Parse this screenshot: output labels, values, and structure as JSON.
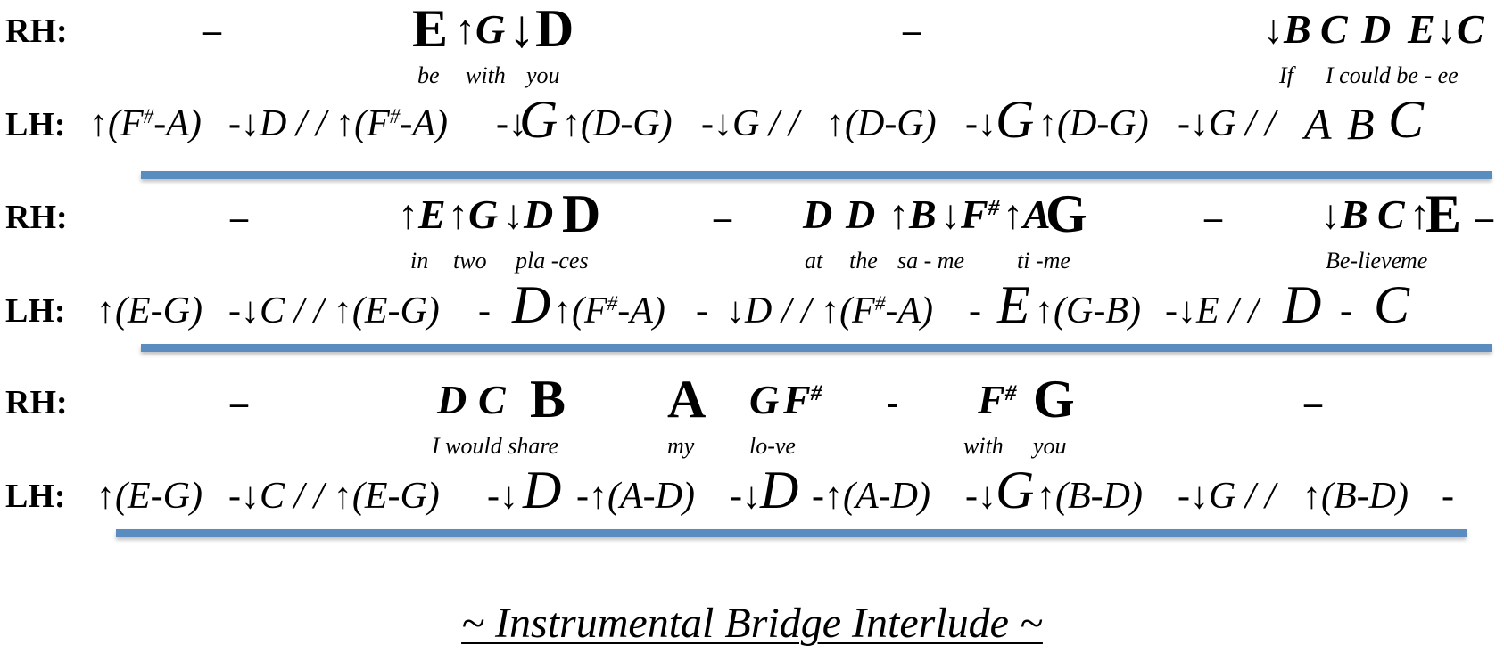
{
  "labels": {
    "rh": "RH:",
    "lh": "LH:"
  },
  "system1": {
    "rh": [
      "–",
      "E",
      "↑G",
      "↓D",
      "–",
      "↓B",
      "C",
      "D",
      "E",
      "↓C"
    ],
    "lyrics": [
      "be",
      "with",
      "you",
      "If",
      "I could be - ee"
    ],
    "lh": [
      "↑(F",
      "#",
      "-A)",
      "-↓D / / ↑(F",
      "#",
      "-A)",
      "-↓",
      "G",
      "↑(D-G)",
      "-↓G / /",
      "↑(D-G)",
      "-↓",
      "G",
      "↑(D-G)",
      "-↓G / /",
      "A",
      "B",
      "C"
    ]
  },
  "system2": {
    "rh": [
      "–",
      "↑E",
      "↑G",
      "↓D",
      "D",
      "–",
      "D",
      "D",
      "↑B",
      "↓F",
      "#",
      "↑A",
      "G",
      "–",
      "↓B",
      "C",
      "↑",
      "E",
      "–"
    ],
    "lyrics": [
      "in",
      "two",
      "pla -ces",
      "at",
      "the",
      "sa - me",
      "ti -me",
      "Be-lieve",
      "me"
    ],
    "lh": [
      "↑(E-G)",
      "-↓C / / ↑(E-G)",
      "-",
      "D",
      "↑(F",
      "#",
      "-A)",
      "-",
      "↓D / / ↑(F",
      "#",
      "-A)",
      "-",
      "E",
      "↑(G-B)",
      "-↓E / /",
      "D",
      "-",
      "C"
    ]
  },
  "system3": {
    "rh": [
      "–",
      "D",
      "C",
      "B",
      "A",
      "G",
      "F",
      "#",
      "-",
      "F",
      "#",
      "G",
      "–"
    ],
    "lyrics": [
      "I would share",
      "my",
      "lo-ve",
      "with",
      "you"
    ],
    "lh": [
      "↑(E-G)",
      "-↓C / / ↑(E-G)",
      "-↓",
      "D",
      "-↑(A-D)",
      "-↓",
      "D",
      "-↑(A-D)",
      "-↓",
      "G",
      "↑(B-D)",
      "-↓G / /",
      "↑(B-D)",
      "-"
    ]
  },
  "title": "~  Instrumental Bridge Interlude  ~",
  "colors": {
    "bar": "#5b8cc0"
  }
}
